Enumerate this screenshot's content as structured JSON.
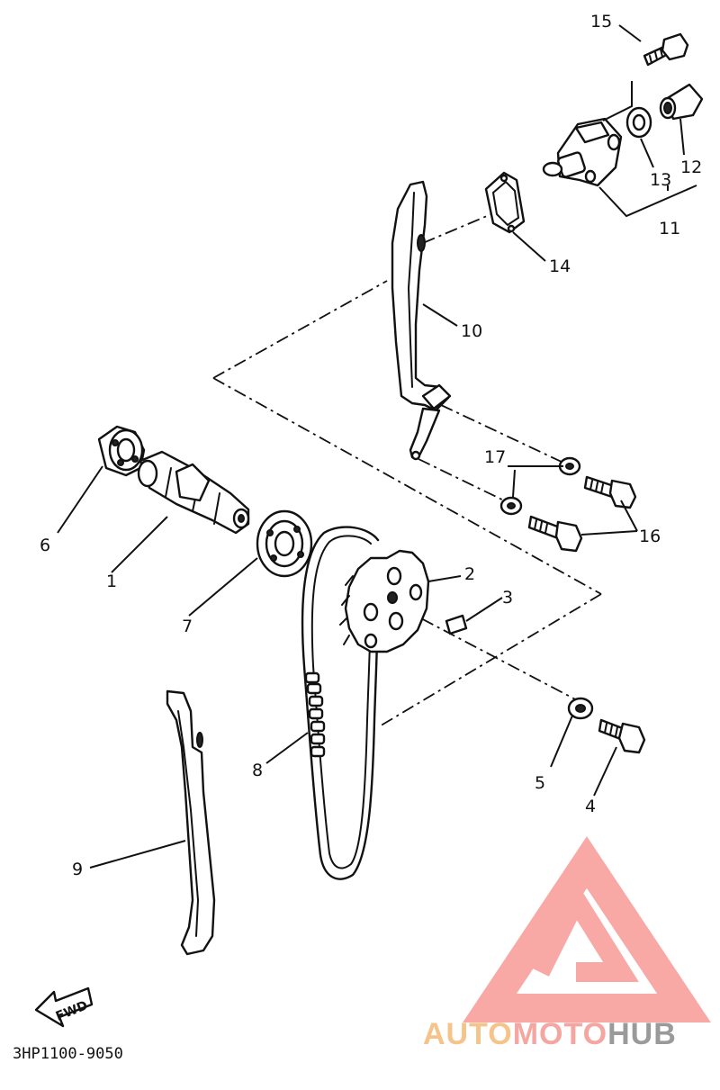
{
  "diagram": {
    "drawing_code": "3HP1100-9050",
    "fwd_label": "FWD",
    "callouts": [
      "1",
      "2",
      "3",
      "4",
      "5",
      "6",
      "7",
      "8",
      "9",
      "10",
      "11",
      "12",
      "13",
      "14",
      "15",
      "16",
      "17"
    ]
  },
  "watermark": {
    "part1": "AUTO",
    "part2": "MOTO",
    "part3": "HUB",
    "color_auto": "#f6c48a",
    "color_moto": "#f6a6a0",
    "color_hub": "#9a9a9a",
    "logo_color": "#f79a96"
  }
}
